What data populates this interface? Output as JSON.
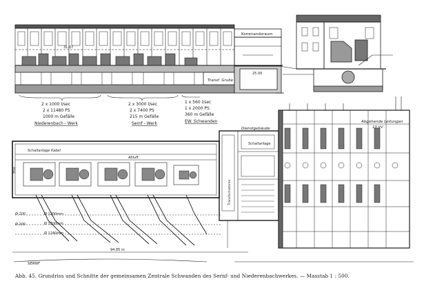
{
  "section_labels": {
    "kommandoraum": "Kommandoraum",
    "elev_top": "31.07",
    "elev_mid": "25.00",
    "transf_grube": "Transf. Grube",
    "dienstgebaude": "Dienstgebäude",
    "schaltanlage": "Schaltanlage",
    "abgehende_leitungen": "Abgehende Leitungen",
    "voltage": "10 kV",
    "schaltanlage_kabel": "Schaltanlage Kabel",
    "abluft": "Abluft",
    "transformatoren": "Transformatoren",
    "dim_950": "950",
    "sernf": "SERNF",
    "d1": "Ø 200",
    "d2": "Ø 200",
    "d3": "Ø 1200mm",
    "d4": "Ø 1240mm",
    "d5": "Ø 1200mm",
    "dim_bottom": "94.85 m"
  },
  "plants": [
    {
      "lines": [
        "2 x 1000 l/sec",
        "2 x 11480 PS",
        "1000 m Gefälle"
      ],
      "name": "Niederenbach - Werk"
    },
    {
      "lines": [
        "2 x 3000 l/sec",
        "2 x 7400 PS",
        "215 m Gefälle"
      ],
      "name": "Sernf - Werk"
    },
    {
      "lines": [
        "1 x 560 l/sec",
        "1 x 2000 PS",
        "360 m Gefälle"
      ],
      "name": "EW. Schwanden"
    }
  ],
  "caption": "Abb. 45. Grundriss und Schnitte der gemeinsamen Zentrale Schwanden des Sernf- und Niederenbachwerkes. — Masstab 1 : 500."
}
